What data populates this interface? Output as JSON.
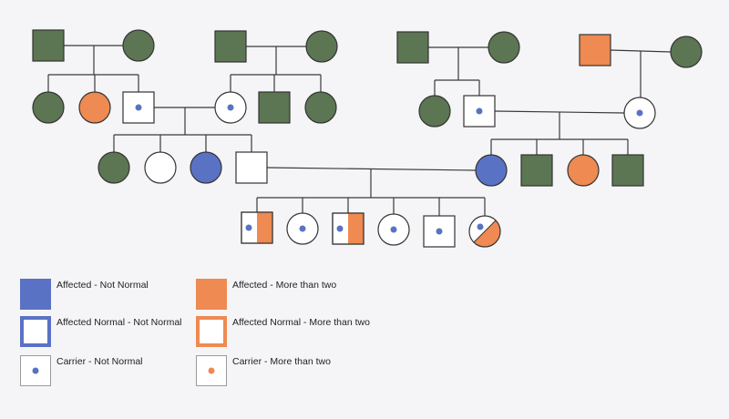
{
  "colors": {
    "unaffected": "#5c7553",
    "not_normal": "#5a72c4",
    "more_than_two": "#ee8a52",
    "outline": "#333333",
    "carrier_not_normal": "#5a72c4",
    "carrier_more_than_two": "#ee8a52"
  },
  "pedigree": {
    "individuals": [
      {
        "id": "g1-m1",
        "sex": "male",
        "status": "unaffected"
      },
      {
        "id": "g1-f1",
        "sex": "female",
        "status": "unaffected"
      },
      {
        "id": "g1-m2",
        "sex": "male",
        "status": "unaffected"
      },
      {
        "id": "g1-f2",
        "sex": "female",
        "status": "unaffected"
      },
      {
        "id": "g1-m3",
        "sex": "male",
        "status": "unaffected"
      },
      {
        "id": "g1-f3",
        "sex": "female",
        "status": "unaffected"
      },
      {
        "id": "g1-m4",
        "sex": "male",
        "status": "more_than_two"
      },
      {
        "id": "g1-f4",
        "sex": "female",
        "status": "unaffected"
      },
      {
        "id": "g2-f1",
        "sex": "female",
        "status": "unaffected"
      },
      {
        "id": "g2-f2",
        "sex": "female",
        "status": "more_than_two"
      },
      {
        "id": "g2-m1",
        "sex": "male",
        "status": "carrier_not_normal"
      },
      {
        "id": "g2-f3",
        "sex": "female",
        "status": "carrier_not_normal"
      },
      {
        "id": "g2-m2",
        "sex": "male",
        "status": "unaffected"
      },
      {
        "id": "g2-f4",
        "sex": "female",
        "status": "unaffected"
      },
      {
        "id": "g2-f5",
        "sex": "female",
        "status": "unaffected"
      },
      {
        "id": "g2-m3",
        "sex": "male",
        "status": "carrier_not_normal"
      },
      {
        "id": "g2-f6",
        "sex": "female",
        "status": "carrier_not_normal"
      },
      {
        "id": "g3-f1",
        "sex": "female",
        "status": "unaffected"
      },
      {
        "id": "g3-f2",
        "sex": "female",
        "status": "empty"
      },
      {
        "id": "g3-f3",
        "sex": "female",
        "status": "not_normal"
      },
      {
        "id": "g3-m1",
        "sex": "male",
        "status": "empty"
      },
      {
        "id": "g3-f4",
        "sex": "female",
        "status": "not_normal"
      },
      {
        "id": "g3-m2",
        "sex": "male",
        "status": "unaffected"
      },
      {
        "id": "g3-f5",
        "sex": "female",
        "status": "more_than_two"
      },
      {
        "id": "g3-m3",
        "sex": "male",
        "status": "unaffected"
      },
      {
        "id": "g4-m1",
        "sex": "male",
        "status": "carrier_half_more_than_two"
      },
      {
        "id": "g4-f1",
        "sex": "female",
        "status": "carrier_not_normal"
      },
      {
        "id": "g4-m2",
        "sex": "male",
        "status": "carrier_half_more_than_two"
      },
      {
        "id": "g4-f2",
        "sex": "female",
        "status": "carrier_not_normal"
      },
      {
        "id": "g4-m3",
        "sex": "male",
        "status": "carrier_not_normal"
      },
      {
        "id": "g4-f3",
        "sex": "female",
        "status": "carrier_diagonal_more_than_two"
      }
    ]
  },
  "legend": {
    "items": [
      {
        "label": "Affected - Not Normal",
        "kind": "filled",
        "color": "#5a72c4"
      },
      {
        "label": "Affected Normal - Not Normal",
        "kind": "outline",
        "color": "#5a72c4"
      },
      {
        "label": "Carrier - Not Normal",
        "kind": "dot",
        "color": "#5a72c4"
      },
      {
        "label": "Affected - More than two",
        "kind": "filled",
        "color": "#ee8a52"
      },
      {
        "label": "Affected Normal - More than two",
        "kind": "outline",
        "color": "#ee8a52"
      },
      {
        "label": "Carrier - More than two",
        "kind": "dot",
        "color": "#ee8a52"
      }
    ]
  }
}
